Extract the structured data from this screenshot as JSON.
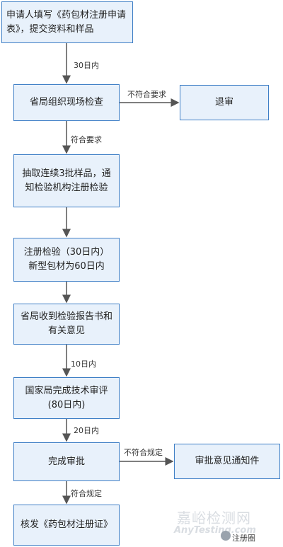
{
  "nodes": {
    "apply": "申请人填写《药包材注册申请表》，提交资料和样品",
    "inspect": "省局组织现场检查",
    "reject": "退审",
    "sample": "抽取连续3批样品，通知检验机构注册检验",
    "test_line1": "注册检验（30日内）",
    "test_line2": "新型包材为60日内",
    "report": "省局收到检验报告书和有关意见",
    "review_line1": "国家局完成技术审评",
    "review_line2": "(80日内)",
    "approve": "完成审批",
    "notice": "审批意见通知件",
    "issue": "核发《药包材注册证》"
  },
  "edges": {
    "e1": "30日内",
    "e_reject": "不符合要求",
    "e2": "符合要求",
    "e3": "10日内",
    "e4": "20日内",
    "e_notice": "不符合规定",
    "e5": "符合规定"
  },
  "watermark": {
    "main": "嘉峪检测网",
    "sub": "AnyTesting.com",
    "account": "注册圈"
  }
}
